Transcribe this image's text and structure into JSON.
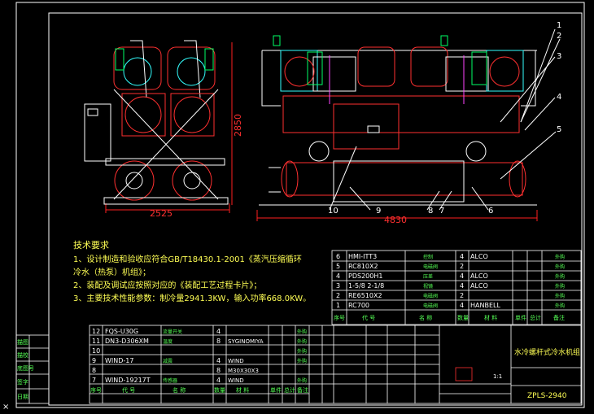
{
  "drawing": {
    "dims": {
      "width_side": "2525",
      "height_side": "2850",
      "length_front": "4830"
    },
    "callouts_top": [
      "1",
      "2",
      "3",
      "4",
      "5"
    ],
    "callouts_bottom": [
      "10",
      "9",
      "8",
      "7",
      "6"
    ],
    "tech_req": {
      "title": "技术要求",
      "lines": [
        "1、设计制造和验收应符合GB/T18430.1-2001《蒸汽压缩循环",
        "冷水（热泵）机组》；",
        "2、装配及调试应按照对应的《装配工艺过程卡片》；",
        "3、主要技术性能参数：制冷量2941.3KW，输入功率668.0KW。"
      ]
    },
    "parts_upper": {
      "rows": [
        {
          "no": "6",
          "code": "HMI-ITT3",
          "name": "控制",
          "qty": "4",
          "mat": "ALCO",
          "note": "外购"
        },
        {
          "no": "5",
          "code": "RC810X2",
          "name": "电磁阀",
          "qty": "2",
          "mat": "",
          "note": "外购"
        },
        {
          "no": "4",
          "code": "PDS200H1",
          "name": "压差",
          "qty": "4",
          "mat": "ALCO",
          "note": "外购"
        },
        {
          "no": "3",
          "code": "1-5/8 2-1/8",
          "name": "视镜",
          "qty": "4",
          "mat": "ALCO",
          "note": "外购"
        },
        {
          "no": "2",
          "code": "RE6510X2",
          "name": "电磁阀",
          "qty": "2",
          "mat": "",
          "note": "外购"
        },
        {
          "no": "1",
          "code": "RC700",
          "name": "电磁阀",
          "qty": "4",
          "mat": "HANBELL",
          "note": "外购"
        }
      ],
      "header": [
        "序号",
        "代 号",
        "名 称",
        "数量",
        "材 料",
        "单件",
        "总计",
        "备注"
      ]
    },
    "parts_lower": {
      "rows": [
        {
          "no": "12",
          "code": "FQS-U30G",
          "name": "流量开关",
          "qty": "4",
          "mat": "",
          "note": "外购"
        },
        {
          "no": "11",
          "code": "DN3-D306XM",
          "name": "温度",
          "qty": "8",
          "mat": "SYGINOMIYA",
          "note": "外购"
        },
        {
          "no": "10",
          "code": "",
          "name": "",
          "qty": "",
          "mat": "",
          "note": "外购"
        },
        {
          "no": "9",
          "code": "WIND-17",
          "name": "减震",
          "qty": "4",
          "mat": "WIND",
          "note": "外购"
        },
        {
          "no": "8",
          "code": "",
          "name": "",
          "qty": "8",
          "mat": "M30X30X3",
          "note": ""
        },
        {
          "no": "7",
          "code": "WIND-19217T",
          "name": "传感器",
          "qty": "4",
          "mat": "WIND",
          "note": "外购"
        }
      ],
      "header": [
        "序号",
        "代 号",
        "名 称",
        "数量",
        "材 料",
        "单件",
        "总计",
        "备注"
      ]
    },
    "title_block": {
      "product": "水冷螺杆式冷水机组",
      "drawing_no": "ZPLS-2940",
      "scale": "1:1",
      "left_labels": [
        "描图",
        "描校",
        "底图号",
        "签字",
        "日期"
      ]
    },
    "colors": {
      "background": "#000000",
      "outline": "#ffffff",
      "machine": "#ff3030",
      "dims": "#ff2020",
      "text_yellow": "#ffff55",
      "text_white": "#ffffff",
      "text_green": "#55ff55",
      "hatch_green": "#00ff66",
      "cyan": "#33ffff",
      "magenta": "#ff44ff"
    }
  }
}
